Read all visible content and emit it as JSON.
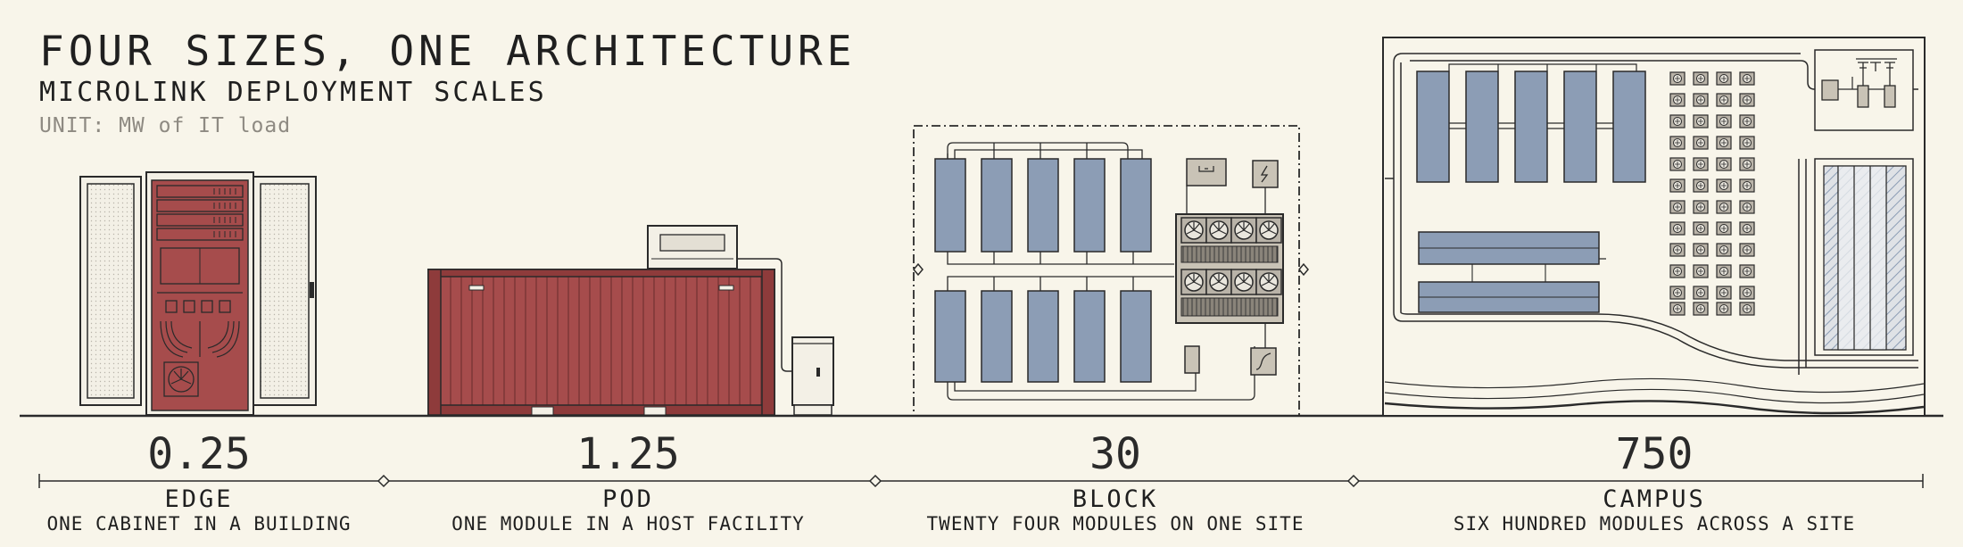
{
  "header": {
    "title": "FOUR SIZES, ONE ARCHITECTURE",
    "subtitle": "MICROLINK DEPLOYMENT SCALES",
    "unit": "UNIT: MW of IT load"
  },
  "scales": [
    {
      "value": "0.25",
      "name": "EDGE",
      "description": "ONE CABINET IN A BUILDING",
      "illustration": "server-cabinet"
    },
    {
      "value": "1.25",
      "name": "POD",
      "description": "ONE MODULE IN A HOST FACILITY",
      "illustration": "shipping-container-module"
    },
    {
      "value": "30",
      "name": "BLOCK",
      "description": "TWENTY FOUR MODULES ON ONE SITE",
      "illustration": "module-block-site"
    },
    {
      "value": "750",
      "name": "CAMPUS",
      "description": "SIX HUNDRED MODULES ACROSS A SITE",
      "illustration": "campus-site-plan"
    }
  ],
  "colors": {
    "background": "#f8f5ea",
    "cabinet_red": "#a64c4c",
    "module_blue": "#8c9db5",
    "line": "#2a2a2a"
  }
}
